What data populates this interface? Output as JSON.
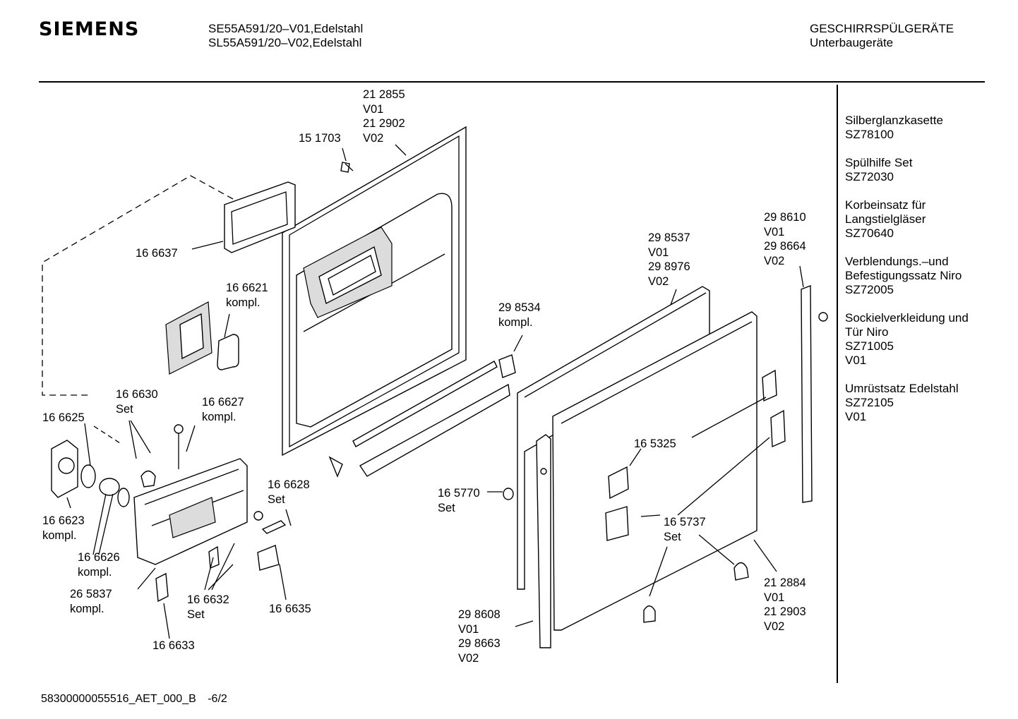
{
  "header": {
    "brand": "SIEMENS",
    "model_line_1": "SE55A591/20–V01,Edelstahl",
    "model_line_2": "SL55A591/20–V02,Edelstahl",
    "category_line_1": "GESCHIRRSPÜLGERÄTE",
    "category_line_2": "Unterbaugeräte"
  },
  "accessories": [
    {
      "lines": [
        "Silberglanzkasette",
        "SZ78100"
      ]
    },
    {
      "lines": [
        "Spülhilfe Set",
        "SZ72030"
      ]
    },
    {
      "lines": [
        "Korbeinsatz für",
        "Langstielgläser",
        "SZ70640"
      ]
    },
    {
      "lines": [
        "Verblendungs.–und",
        "Befestigungssatz Niro",
        "SZ72005"
      ]
    },
    {
      "lines": [
        "Sockielverkleidung und",
        "Tür Niro",
        "SZ71005",
        "V01"
      ]
    },
    {
      "lines": [
        "Umrüstsatz Edelstahl",
        "SZ72105",
        "V01"
      ]
    }
  ],
  "parts": {
    "p212855": [
      "21 2855",
      "V01",
      "21 2902",
      "V02"
    ],
    "p151703": [
      "15 1703"
    ],
    "p166637": [
      "16 6637"
    ],
    "p166621": [
      "16 6621",
      "kompl."
    ],
    "p298534": [
      "29 8534",
      "kompl."
    ],
    "p298537": [
      "29 8537",
      "V01",
      "29 8976",
      "V02"
    ],
    "p298610": [
      "29 8610",
      "V01",
      "29 8664",
      "V02"
    ],
    "p166630": [
      "16 6630",
      "Set"
    ],
    "p166627": [
      "16 6627",
      "kompl."
    ],
    "p166625": [
      "16 6625"
    ],
    "p166628": [
      "16 6628",
      "Set"
    ],
    "p166623": [
      "16 6623",
      "kompl."
    ],
    "p166626": [
      "16 6626",
      "kompl."
    ],
    "p265837": [
      "26 5837",
      "kompl."
    ],
    "p166632": [
      "16 6632",
      "Set"
    ],
    "p166635": [
      "16 6635"
    ],
    "p166633": [
      "16 6633"
    ],
    "p165770": [
      "16 5770",
      "Set"
    ],
    "p165325": [
      "16 5325"
    ],
    "p165737": [
      "16 5737",
      "Set"
    ],
    "p298608": [
      "29 8608",
      "V01",
      "29 8663",
      "V02"
    ],
    "p212884": [
      "21 2884",
      "V01",
      "21 2903",
      "V02"
    ]
  },
  "footer": {
    "doc_id": "58300000055516_AET_000_B",
    "page": "-6/2"
  }
}
